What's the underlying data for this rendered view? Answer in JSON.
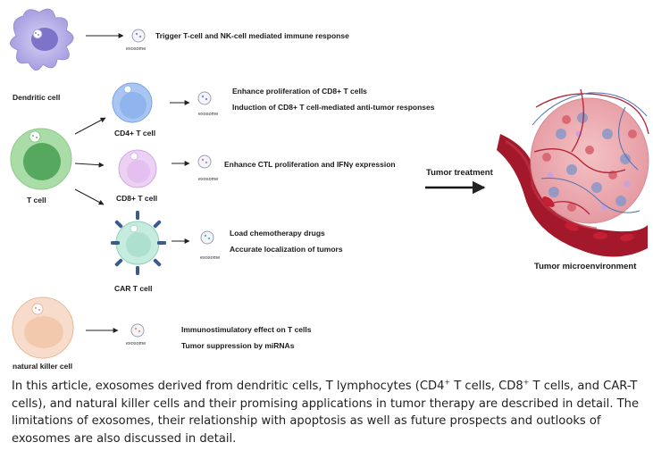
{
  "cells": {
    "dendritic": "Dendritic  cell",
    "t_cell": "T  cell",
    "cd4": "CD4+  T  cell",
    "cd8": "CD8+  T  cell",
    "car_t": "CAR T  cell",
    "nk": "natural killer cell"
  },
  "exosome_label": "exosome",
  "effects": {
    "dendritic": [
      "Trigger T-cell and NK-cell mediated immune response"
    ],
    "cd4": [
      "Enhance proliferation of CD8+ T cells",
      "Induction of CD8+ T cell-mediated anti-tumor responses"
    ],
    "cd8": [
      "Enhance CTL proliferation and IFNγ expression"
    ],
    "car_t": [
      "Load chemotherapy drugs",
      "Accurate localization of tumors"
    ],
    "nk": [
      "Immunostimulatory effect on T cells",
      "Tumor suppression by miRNAs"
    ]
  },
  "tumor_treatment": "Tumor treatment",
  "tumor_microenvironment": "Tumor microenvironment",
  "caption": {
    "p1": "In this article, exosomes derived from dendritic cells, T lymphocytes (CD4",
    "sup1": "+",
    "p2": " T cells, CD8",
    "sup2": "+",
    "p3": " T cells, and CAR-T cells), and natural killer cells and their promising applications in tumor therapy are described in detail. The limitations of exosomes, their relationship with apoptosis as well as future prospects and outlooks of exosomes are also discussed in detail."
  },
  "colors": {
    "dendritic": "#b7b0e6",
    "t_cell_outer": "#a9dca6",
    "t_cell_inner": "#55a85d",
    "cd4": "#8fb4ee",
    "cd8": "#e3c0ef",
    "car_t": "#c6ecdf",
    "nk": "#f2c9ad",
    "vessel": "#a3182a",
    "tumor": "#e7a0a6"
  }
}
